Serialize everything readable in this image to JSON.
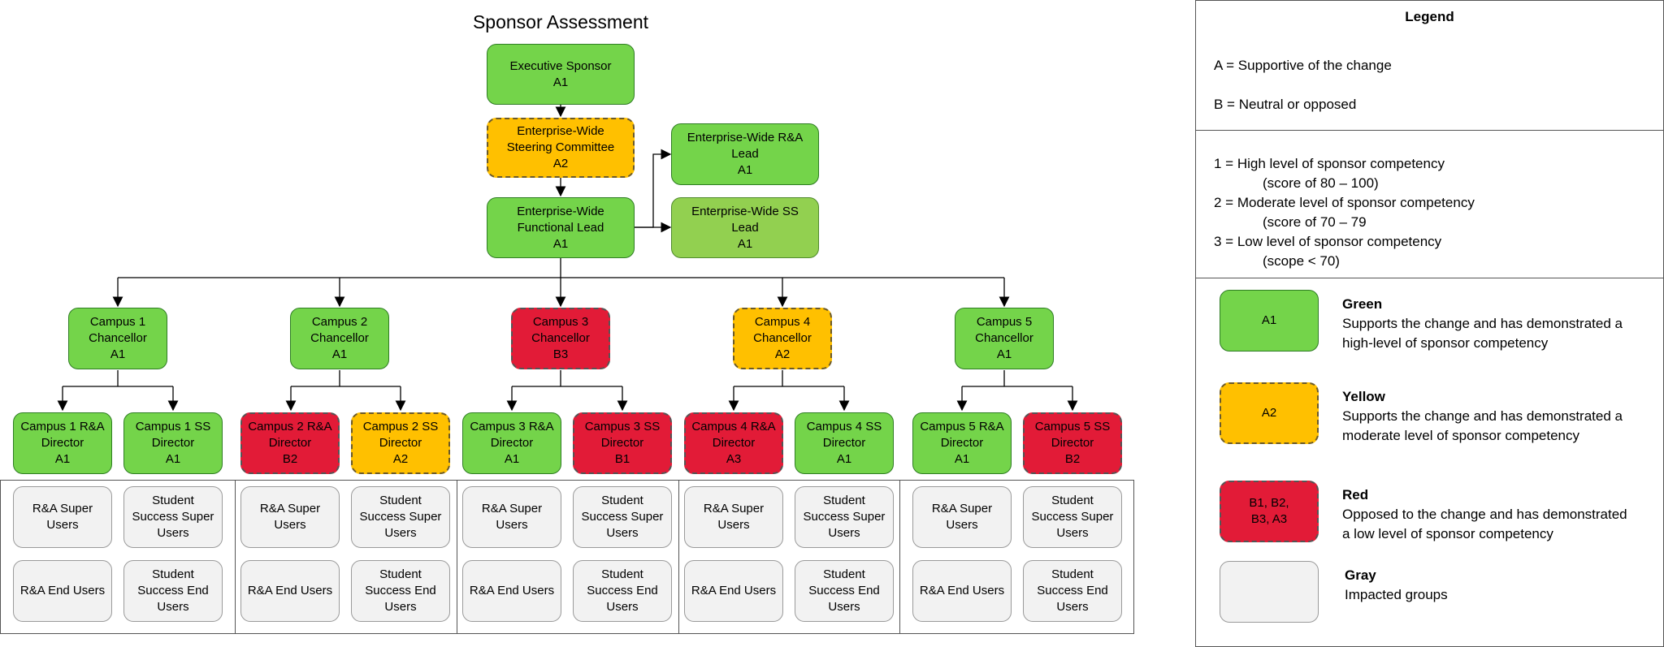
{
  "title": "Sponsor Assessment",
  "colors": {
    "green": "#74d44a",
    "light_green": "#92d050",
    "yellow": "#ffc000",
    "red": "#e21b37",
    "gray": "#f2f2f2"
  },
  "top": {
    "executive_sponsor": "Executive Sponsor\nA1",
    "steering_committee": "Enterprise-Wide\nSteering Committee\nA2",
    "functional_lead": "Enterprise-Wide\nFunctional Lead\nA1",
    "ra_lead": "Enterprise-Wide R&A\nLead\nA1",
    "ss_lead": "Enterprise-Wide SS\nLead\nA1"
  },
  "campuses": [
    {
      "chancellor": "Campus 1\nChancellor\nA1",
      "ra_director": "Campus 1 R&A\nDirector\nA1",
      "ss_director": "Campus 1 SS\nDirector\nA1"
    },
    {
      "chancellor": "Campus 2\nChancellor\nA1",
      "ra_director": "Campus 2 R&A\nDirector\nB2",
      "ss_director": "Campus 2 SS\nDirector\nA2"
    },
    {
      "chancellor": "Campus 3\nChancellor\nB3",
      "ra_director": "Campus 3 R&A\nDirector\nA1",
      "ss_director": "Campus 3 SS\nDirector\nB1"
    },
    {
      "chancellor": "Campus 4\nChancellor\nA2",
      "ra_director": "Campus 4 R&A\nDirector\nA3",
      "ss_director": "Campus 4 SS\nDirector\nA1"
    },
    {
      "chancellor": "Campus 5\nChancellor\nA1",
      "ra_director": "Campus 5 R&A\nDirector\nA1",
      "ss_director": "Campus 5 SS\nDirector\nB2"
    }
  ],
  "user_groups": {
    "ra_super": "R&A Super\nUsers",
    "ss_super": "Student\nSuccess Super\nUsers",
    "ra_end": "R&A End Users",
    "ss_end": "Student\nSuccess End\nUsers"
  },
  "legend": {
    "heading": "Legend",
    "a": "A = Supportive of the change",
    "b": "B = Neutral or opposed",
    "l1": "1 = High level of sponsor competency",
    "l1_sub": "(score of 80 – 100)",
    "l2": "2 = Moderate level of sponsor competency",
    "l2_sub": "(score of 70 – 79",
    "l3": "3 = Low level of sponsor competency",
    "l3_sub": "(scope < 70)",
    "green_swatch": "A1",
    "green_title": "Green",
    "green_desc": "Supports the change and has demonstrated a\nhigh-level of sponsor competency",
    "yellow_swatch": "A2",
    "yellow_title": "Yellow",
    "yellow_desc": "Supports the change and has demonstrated a\nmoderate level of sponsor competency",
    "red_swatch": "B1, B2,\nB3, A3",
    "red_title": "Red",
    "red_desc": "Opposed to the change and has demonstrated\na low level of sponsor competency",
    "gray_title": "Gray",
    "gray_desc": "Impacted groups"
  }
}
